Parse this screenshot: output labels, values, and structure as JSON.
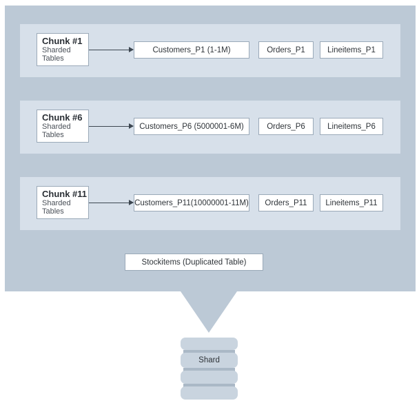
{
  "chunks": [
    {
      "title": "Chunk #1",
      "sub1": "Sharded",
      "sub2": "Tables",
      "customers": "Customers_P1 (1-1M)",
      "orders": "Orders_P1",
      "lineitems": "Lineitems_P1"
    },
    {
      "title": "Chunk #6",
      "sub1": "Sharded",
      "sub2": "Tables",
      "customers": "Customers_P6 (5000001-6M)",
      "orders": "Orders_P6",
      "lineitems": "Lineitems_P6"
    },
    {
      "title": "Chunk #11",
      "sub1": "Sharded",
      "sub2": "Tables",
      "customers": "Customers_P11(10000001-11M)",
      "orders": "Orders_P11",
      "lineitems": "Lineitems_P11"
    }
  ],
  "duplicated_table": "Stockitems (Duplicated Table)",
  "shard_label": "Shard"
}
